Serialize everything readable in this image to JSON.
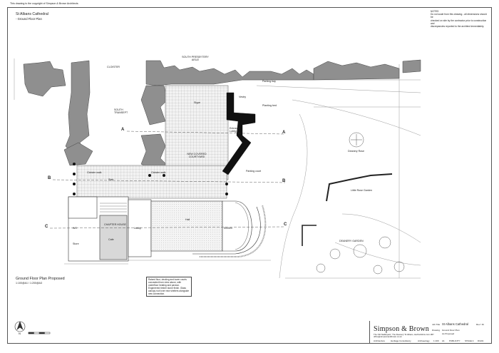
{
  "copyright": "This drawing is the copyright of Simpson & Brown Architects",
  "project": {
    "title": "St Albans Cathedral",
    "subtitle": "Ground Floor Plan"
  },
  "notes": {
    "heading": "NOTES",
    "lines": [
      "Do not scale from this drawing - all dimensions should be",
      "checked on site by the contractor prior to construction and",
      "discrepancies reported to the architect immediately."
    ]
  },
  "rooms": {
    "south_presbytery_aisle": "SOUTH PRESBYTERY AISLE",
    "sub_transept": "SOUTH TRANSEPT",
    "cloister": "CLOISTER",
    "vestry": "Vestry",
    "parking_bay": "Parking bay",
    "planting_bed": "Planting bed",
    "slype": "Slype",
    "entrance_lobby": "Entrance Lobby",
    "courtyard": "NEW COVERED COURTYARD",
    "cloister_walk": "Cloister walk",
    "stair": "Stair",
    "chapter_house": "CHAPTER HOUSE",
    "lobby": "Lobby",
    "hall": "Hall",
    "cafe": "Cafe",
    "kitchen": "Kitchen",
    "rose_garden": "Deanery Rose",
    "little_rose": "Little Rose Garden",
    "deanery_garden": "DEANERY GARDEN",
    "parking_court": "Parking court",
    "wc": "WC",
    "store": "Store"
  },
  "section_markers": [
    "A",
    "A",
    "B",
    "B",
    "C",
    "C"
  ],
  "callout": "Raised floor, decking and lower courts concealed from view above, with underfloor heating and paviour. Engineered timber stone finish. Glass canopy roof over new shelters alongside new connection.",
  "caption": {
    "title": "Ground Floor Plan Proposed",
    "scale": "1:100@A1 / 1:200@A3"
  },
  "title_block": {
    "firm": "Simpson & Brown",
    "address": "The Old Stableyard, 'The Deanery' St Albans, Hertfordshire AL1 1BY",
    "address2": "office@simpsonandbrown.co.uk",
    "job_label": "Job Title",
    "job_title": "St Albans Cathedral",
    "drawing_label": "Drawing",
    "drawing": "Ground Floor Plan",
    "status": "As Proposed",
    "rev_label": "Rev / Dt",
    "footer": [
      "Architecture",
      "Heritage Consultancy",
      "Archaeology",
      "1:100",
      "A1",
      "PUBLICITY",
      "STAGE 4",
      "D/A01"
    ]
  },
  "north_label": "N"
}
